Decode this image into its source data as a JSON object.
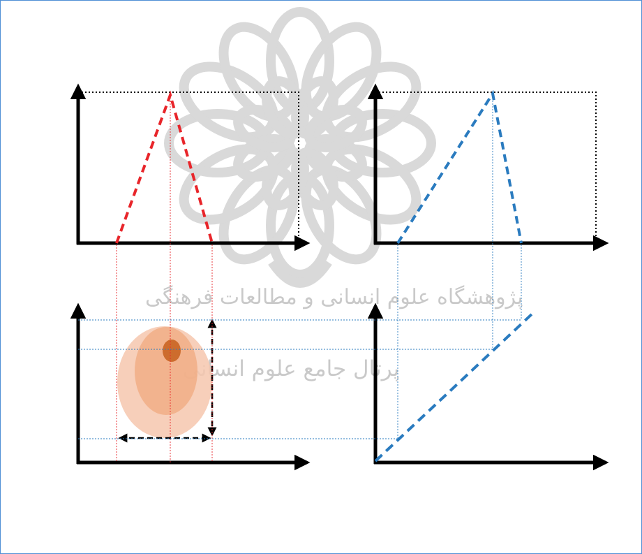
{
  "watermark": {
    "line1": "پژوهشگاه علوم انسانی و مطالعات فرهنگی",
    "line2": "پرتال جامع علوم انسانی",
    "logo": "rosette-logo"
  },
  "colors": {
    "frame": "#4f8fd6",
    "axis": "#000000",
    "red_dashed": "#e8252a",
    "blue_dashed": "#2a7bbf",
    "guide_red": "#e8252a",
    "guide_blue": "#2a7bbf",
    "ellipse_outer": "#f6c7ae",
    "ellipse_middle": "#f0a97f",
    "ellipse_inner": "#c96422",
    "dimension_arrow": "#000000"
  },
  "panels": [
    {
      "id": "top-left",
      "content": "red dashed triangle"
    },
    {
      "id": "top-right",
      "content": "blue dashed asymmetric triangle"
    },
    {
      "id": "bottom-left",
      "content": "concentric ellipses with dimension arrows"
    },
    {
      "id": "bottom-right",
      "content": "blue dashed diagonal line"
    }
  ]
}
